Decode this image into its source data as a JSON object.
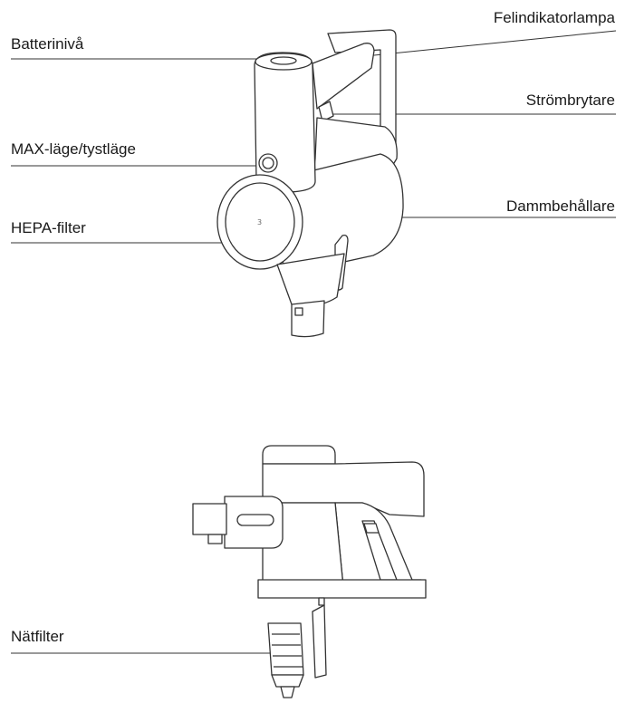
{
  "labels": {
    "felindikatorlampa": "Felindikatorlampa",
    "batteriniva": "Batterinivå",
    "strombrytare": "Strömbrytare",
    "max_lage": "MAX-läge/tystläge",
    "dammbehallare": "Dammbehållare",
    "hepa_filter": "HEPA-filter",
    "natfilter": "Nätfilter"
  }
}
